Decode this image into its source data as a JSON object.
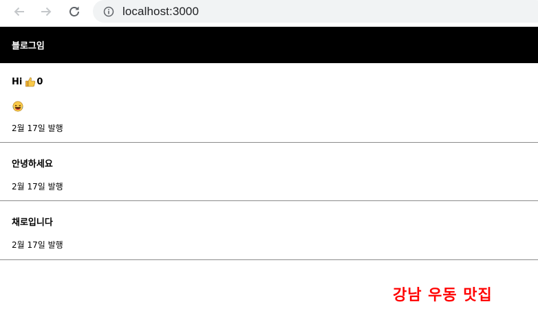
{
  "browser": {
    "url": "localhost:3000",
    "back_icon": "arrow-left-icon",
    "forward_icon": "arrow-right-icon",
    "reload_icon": "reload-icon",
    "info_icon": "info-icon"
  },
  "header": {
    "title": "블로그임",
    "background": "#000000",
    "color": "#ffffff"
  },
  "posts": [
    {
      "title": "Hi ",
      "like_icon": "thumbs-up-icon",
      "like_count": "0",
      "emoji_icon": "laughing-emoji-icon",
      "date": "2월 17일 발행"
    },
    {
      "title": "안녕하세요",
      "date": "2월 17일 발행"
    },
    {
      "title": "채로입니다",
      "date": "2월 17일 발행"
    }
  ],
  "footer": {
    "text": "강남 우동 맛집",
    "color": "#ff0000"
  }
}
